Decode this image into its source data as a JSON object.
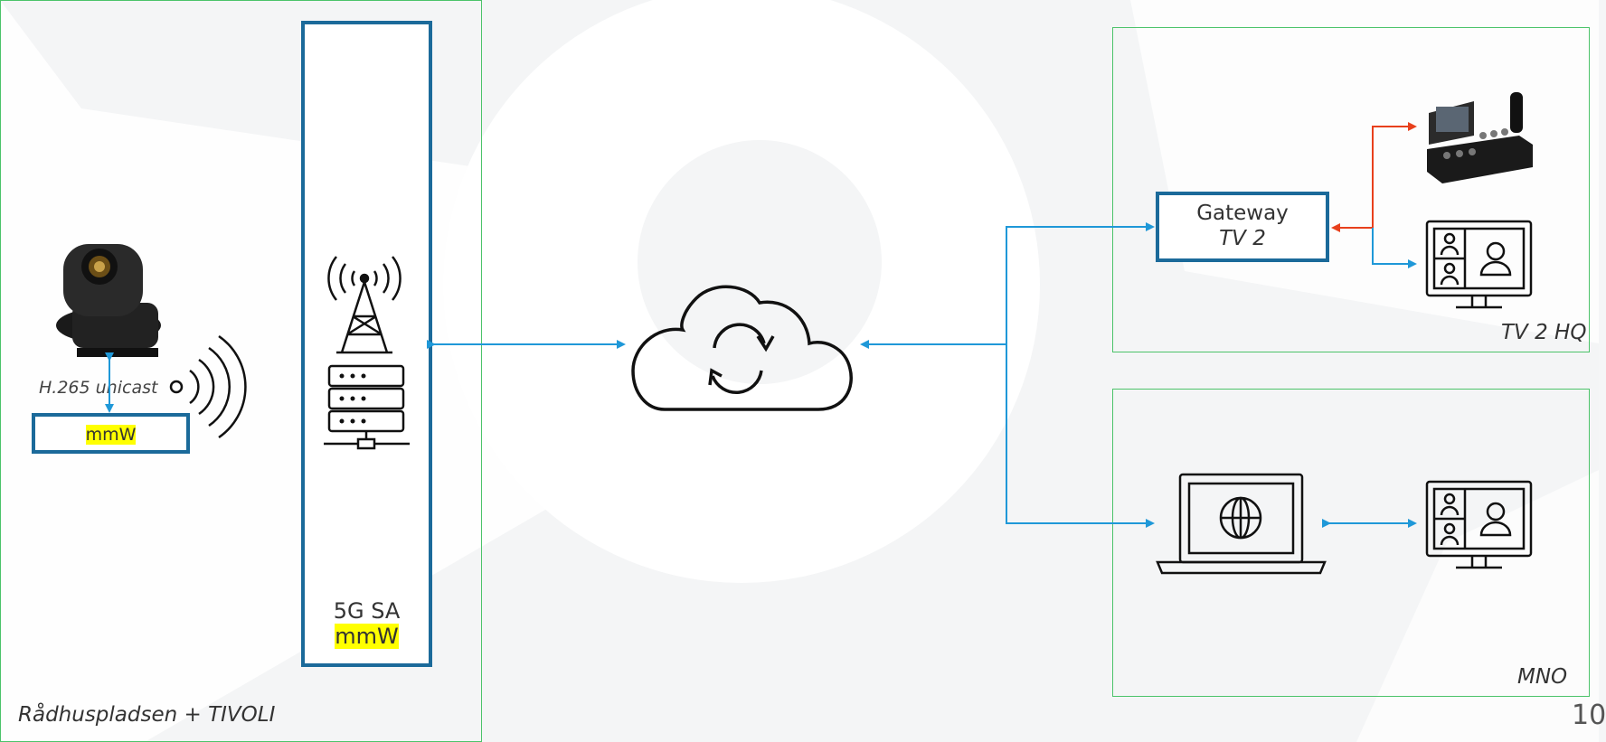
{
  "zones": {
    "site": "Rådhuspladsen + TIVOLI",
    "hq": "TV 2 HQ",
    "mno": "MNO"
  },
  "camera": {
    "protocol_label": "H.265 unicast",
    "radio_label": "mmW"
  },
  "base_station": {
    "line1": "5G SA",
    "line2": "mmW"
  },
  "gateway": {
    "line1": "Gateway",
    "line2": "TV 2"
  },
  "page_number": "10",
  "colors": {
    "zone_border": "#4cc36a",
    "box_border": "#1b6a9a",
    "link_blue": "#1f98d8",
    "control_link": "#e8401c",
    "highlight": "#ffff00"
  },
  "icons": [
    "ptz-camera-icon",
    "wireless-signal-icon",
    "cell-tower-icon",
    "server-rack-icon",
    "cloud-sync-icon",
    "camera-controller-icon",
    "video-conference-monitor-icon",
    "laptop-web-icon"
  ]
}
